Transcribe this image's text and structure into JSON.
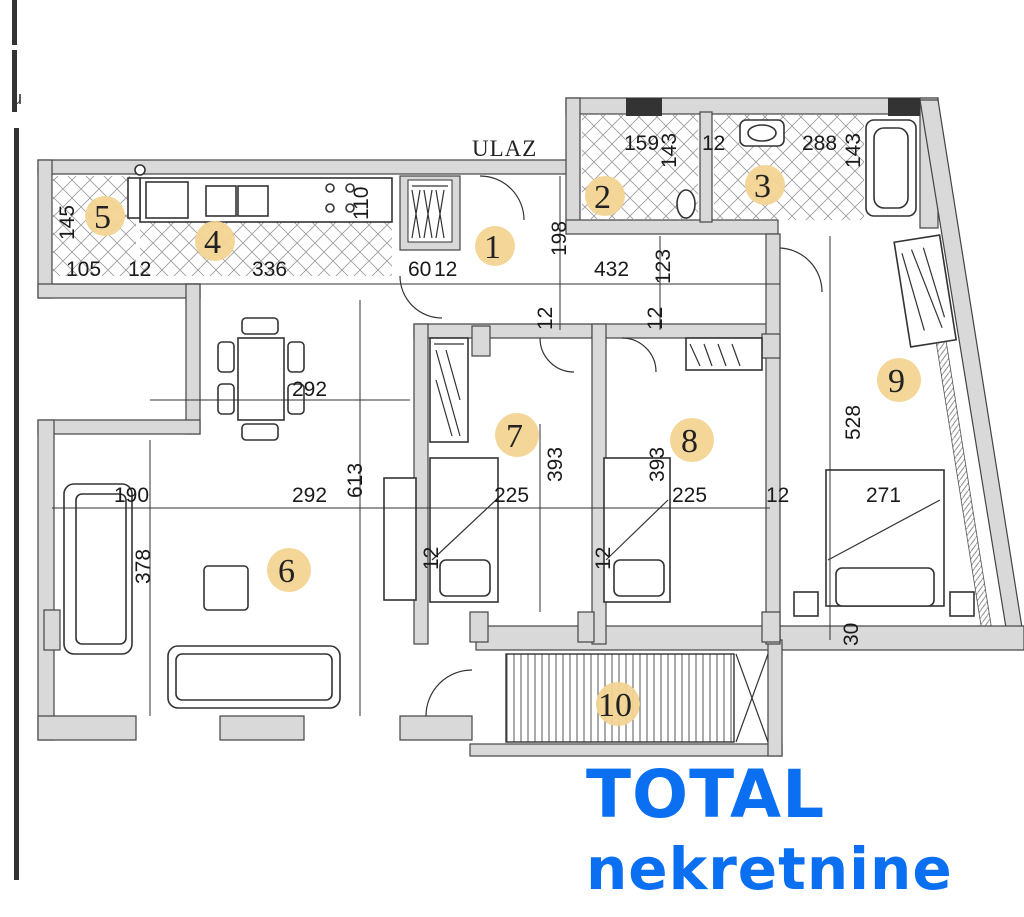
{
  "plan": {
    "entrance_label": "ULAZ",
    "rooms": [
      {
        "id": "room-1",
        "number": "1"
      },
      {
        "id": "room-2",
        "number": "2"
      },
      {
        "id": "room-3",
        "number": "3"
      },
      {
        "id": "room-4",
        "number": "4"
      },
      {
        "id": "room-5",
        "number": "5"
      },
      {
        "id": "room-6",
        "number": "6"
      },
      {
        "id": "room-7",
        "number": "7"
      },
      {
        "id": "room-8",
        "number": "8"
      },
      {
        "id": "room-9",
        "number": "9"
      },
      {
        "id": "room-10",
        "number": "10"
      }
    ],
    "dimensions": [
      "145",
      "105",
      "12",
      "336",
      "110",
      "60",
      "12",
      "198",
      "432",
      "123",
      "159",
      "12",
      "143",
      "288",
      "143",
      "12",
      "12",
      "292",
      "292",
      "613",
      "190",
      "378",
      "225",
      "393",
      "393",
      "225",
      "12",
      "528",
      "271",
      "30",
      "12",
      "12"
    ],
    "badge_color": "#f2d492"
  },
  "brand": {
    "line1": "TOTAL",
    "line2": "nekretnine",
    "color": "#0a6ff0"
  },
  "edge_mark": "u"
}
